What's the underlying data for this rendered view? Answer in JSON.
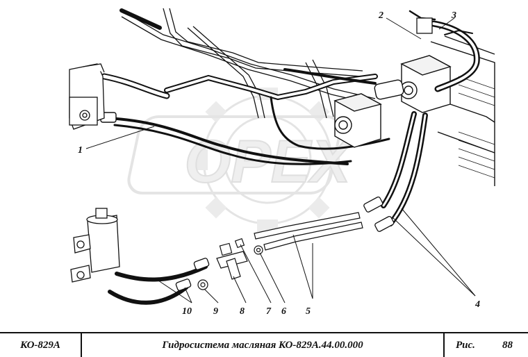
{
  "callouts": {
    "c1": "1",
    "c2": "2",
    "c3": "3",
    "c4": "4",
    "c5": "5",
    "c6": "6",
    "c7": "7",
    "c8": "8",
    "c9": "9",
    "c10": "10"
  },
  "watermark": {
    "text": "OPEX"
  },
  "footer": {
    "model": "КО-829А",
    "title": "Гидросистема масляная КО-829А.44.00.000",
    "fig_label": "Рис.",
    "fig_number": "88"
  },
  "colors": {
    "ink": "#111111",
    "watermark": "#d4d4d4"
  }
}
